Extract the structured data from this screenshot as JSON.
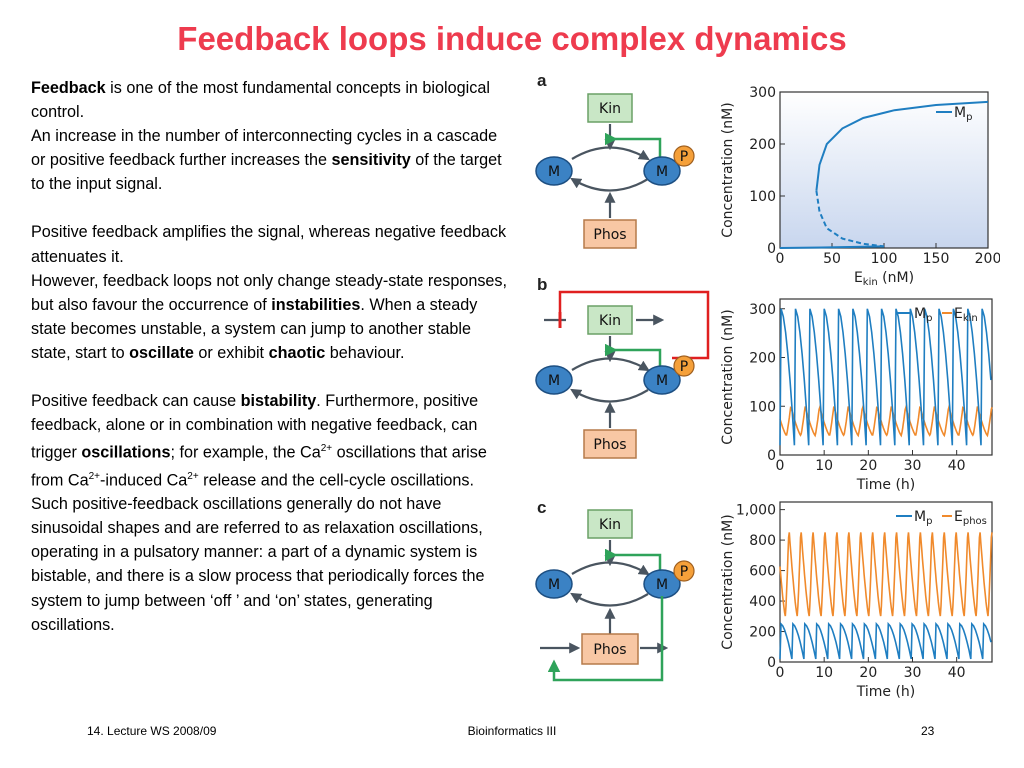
{
  "slide": {
    "title": "Feedback loops induce complex dynamics",
    "footer_left": "14. Lecture WS 2008/09",
    "footer_center": "Bioinformatics III",
    "footer_page": "23"
  },
  "text": {
    "p1_bold1": "Feedback",
    "p1_a": " is one of the most fundamental concepts in biological control.",
    "p2_a": "An increase in the number of interconnecting cycles in a cascade or positive feedback further increases the ",
    "p2_bold": "sensitivity",
    "p2_b": " of the target to the input signal.",
    "p3": "Positive feedback amplifies the signal, whereas negative feedback attenuates it.",
    "p4_a": "However, feedback loops not only change steady-state responses, but also favour the occurrence of ",
    "p4_bold1": "instabilities",
    "p4_b": ". When a steady state becomes unstable, a system can jump to another stable state, start to ",
    "p4_bold2": "oscillate",
    "p4_c": " or exhibit ",
    "p4_bold3": "chaotic",
    "p4_d": " behaviour.",
    "p5_a": "Positive feedback can cause ",
    "p5_bold1": "bistability",
    "p5_b": ". Furthermore, positive feedback, alone or in combination with negative feedback, can trigger ",
    "p5_bold2": "oscillations",
    "p5_c": "; for example, the Ca",
    "sup1": "2+",
    "p5_d": " oscillations that arise from Ca",
    "sup2": "2+",
    "p5_e": "-induced Ca",
    "sup3": "2+",
    "p5_f": " release and the cell-cycle oscillations.",
    "p6": "Such positive-feedback oscillations generally do not have sinusoidal shapes and are referred to as relaxation oscillations, operating in a pulsatory manner: a part of a dynamic system is bistable, and there is a slow process that periodically forces the system to jump between ‘off ’ and ‘on’ states, generating oscillations."
  },
  "figure": {
    "panel_a": "a",
    "panel_b": "b",
    "panel_c": "c",
    "node_kin": "Kin",
    "node_phos": "Phos",
    "node_m": "M",
    "node_p": "P",
    "colors": {
      "green": "#2fa35a",
      "red": "#e02020",
      "blue": "#1f7ec1",
      "orange": "#f08a2c"
    }
  },
  "chart_data": [
    {
      "type": "line",
      "ylabel": "Concentration (nM)",
      "xlabel": "E_kin (nM)",
      "x_ticks": [
        0,
        50,
        100,
        150,
        200
      ],
      "y_ticks": [
        0,
        100,
        200,
        300
      ],
      "xlim": [
        0,
        200
      ],
      "ylim": [
        0,
        300
      ],
      "legend": [
        "M_p"
      ],
      "series": [
        {
          "name": "M_p",
          "stable_upper": [
            [
              35,
              110
            ],
            [
              38,
              160
            ],
            [
              45,
              200
            ],
            [
              60,
              230
            ],
            [
              80,
              250
            ],
            [
              110,
              265
            ],
            [
              150,
              275
            ],
            [
              200,
              281
            ]
          ],
          "unstable": [
            [
              35,
              110
            ],
            [
              38,
              70
            ],
            [
              45,
              38
            ],
            [
              60,
              18
            ],
            [
              80,
              8
            ],
            [
              100,
              3
            ]
          ],
          "stable_lower": [
            [
              0,
              0
            ],
            [
              40,
              1
            ],
            [
              100,
              3
            ]
          ]
        }
      ]
    },
    {
      "type": "line",
      "ylabel": "Concentration (nM)",
      "xlabel": "Time (h)",
      "x_ticks": [
        0,
        10,
        20,
        30,
        40
      ],
      "y_ticks": [
        0,
        100,
        200,
        300
      ],
      "xlim": [
        0,
        48
      ],
      "ylim": [
        0,
        320
      ],
      "legend": [
        "M_p",
        "E_kin"
      ],
      "series": [
        {
          "name": "M_p",
          "period_h": 3.25,
          "min": 20,
          "max": 300
        },
        {
          "name": "E_kin",
          "period_h": 3.25,
          "min": 40,
          "max": 100
        }
      ]
    },
    {
      "type": "line",
      "ylabel": "Concentration (nM)",
      "xlabel": "Time (h)",
      "x_ticks": [
        0,
        10,
        20,
        30,
        40
      ],
      "y_ticks": [
        "0",
        "200",
        "400",
        "600",
        "800",
        "1,000"
      ],
      "xlim": [
        0,
        48
      ],
      "ylim": [
        0,
        1050
      ],
      "legend": [
        "M_p",
        "E_phos"
      ],
      "series": [
        {
          "name": "M_p",
          "period_h": 2.7,
          "min": 20,
          "max": 250
        },
        {
          "name": "E_phos",
          "period_h": 2.7,
          "min": 300,
          "max": 880
        }
      ]
    }
  ]
}
